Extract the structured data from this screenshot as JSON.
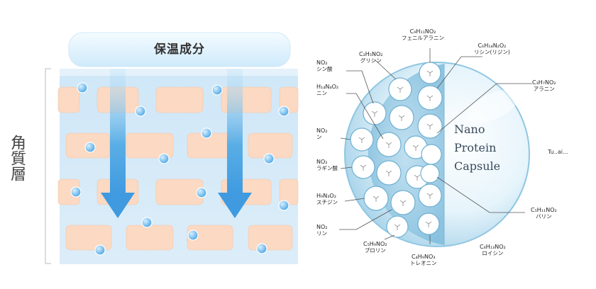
{
  "left": {
    "banner": "保温成分",
    "side_label": "角質層"
  },
  "right": {
    "capsule_text": [
      "Nano",
      "Protein",
      "Capsule"
    ],
    "side_note": "Tu..ai...",
    "labels": [
      {
        "formula": "C₉H₁₁NO₂",
        "name": "フェニルアラニン"
      },
      {
        "formula": "C₆H₁₄N₂O₂",
        "name": "リシン(リジン)"
      },
      {
        "formula": "C₂H₅NO₂",
        "name": "グリシン"
      },
      {
        "formula": "C₃H₇NO₂",
        "name": "アラニン"
      },
      {
        "formula": "NO₂",
        "name": "シン酸"
      },
      {
        "formula": "H₁₄N₄O₂",
        "name": "ニン"
      },
      {
        "formula": "NO₂",
        "name": "ン"
      },
      {
        "formula": "NO₂",
        "name": "ラギン酸"
      },
      {
        "formula": "H₉N₃O₂",
        "name": "スチジン"
      },
      {
        "formula": "C₅H₁₁NO₂",
        "name": "バリン"
      },
      {
        "formula": "NO₂",
        "name": "リン"
      },
      {
        "formula": "C₅H₉NO₂",
        "name": "プロリン"
      },
      {
        "formula": "C₄H₉NO₃",
        "name": "トレオニン"
      },
      {
        "formula": "C₆H₁₃NO₂",
        "name": "ロイシン"
      }
    ]
  }
}
